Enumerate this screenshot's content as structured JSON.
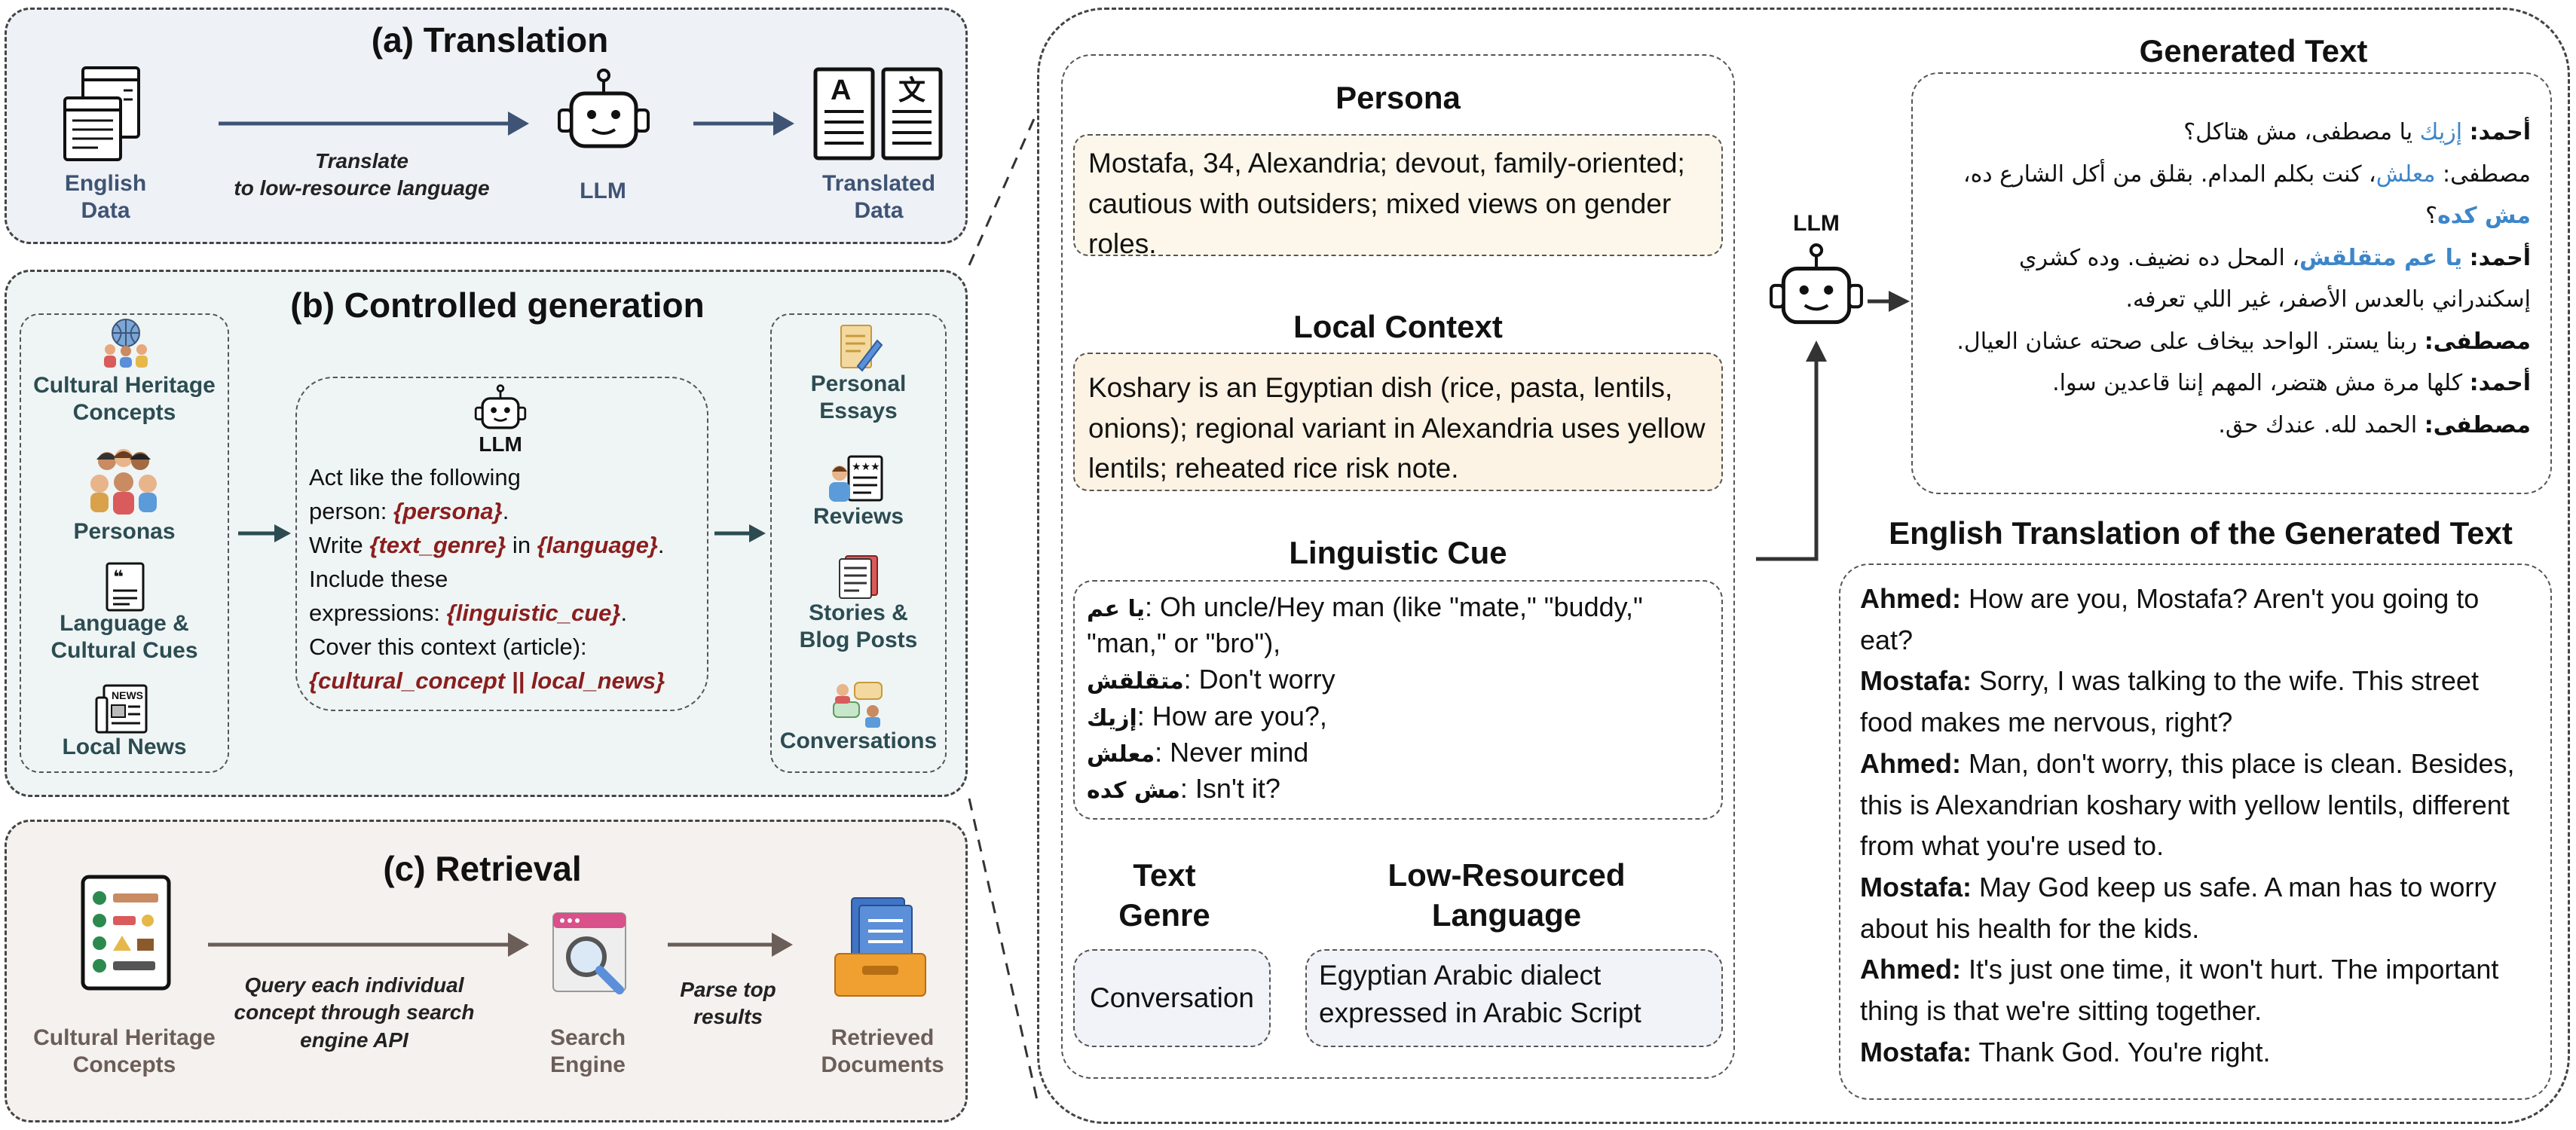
{
  "panel_a": {
    "title": "(a) Translation",
    "english_data": [
      "English",
      "Data"
    ],
    "arrow_caption": [
      "Translate",
      "to low-resource language"
    ],
    "llm": "LLM",
    "translated_data": [
      "Translated",
      "Data"
    ]
  },
  "panel_b": {
    "title": "(b) Controlled generation",
    "inputs": [
      {
        "icon": "globe-people-icon",
        "label": [
          "Cultural Heritage",
          "Concepts"
        ]
      },
      {
        "icon": "people-group-icon",
        "label": [
          "Personas"
        ]
      },
      {
        "icon": "quote-document-icon",
        "label": [
          "Language &",
          "Cultural Cues"
        ]
      },
      {
        "icon": "newspaper-icon",
        "label": [
          "Local News"
        ]
      }
    ],
    "llm": "LLM",
    "prompt": {
      "line1": "Act like the following",
      "line2_pre": "person: ",
      "persona_var": "{persona}",
      "line2_post": ".",
      "line3_pre": "Write ",
      "genre_var": "{text_genre}",
      "line3_mid": " in ",
      "language_var": "{language}",
      "line3_post": ".",
      "line4": "Include these",
      "line5_pre": "expressions: ",
      "cue_var": "{linguistic_cue}",
      "line5_post": ".",
      "line6": "Cover this context (article):",
      "context_var": "{cultural_concept || local_news}"
    },
    "outputs": [
      {
        "icon": "pen-paper-icon",
        "label": [
          "Personal",
          "Essays"
        ]
      },
      {
        "icon": "review-icon",
        "label": [
          "Reviews"
        ]
      },
      {
        "icon": "book-icon",
        "label": [
          "Stories &",
          "Blog Posts"
        ]
      },
      {
        "icon": "chat-people-icon",
        "label": [
          "Conversations"
        ]
      }
    ]
  },
  "panel_c": {
    "title": "(c) Retrieval",
    "concepts_label": [
      "Cultural Heritage",
      "Concepts"
    ],
    "arrow1_caption": [
      "Query each individual",
      "concept through search",
      "engine API"
    ],
    "search_label": [
      "Search",
      "Engine"
    ],
    "arrow2_caption": [
      "Parse top",
      "results"
    ],
    "retrieved_label": [
      "Retrieved",
      "Documents"
    ]
  },
  "example": {
    "persona": {
      "title": "Persona",
      "text": "Mostafa, 34, Alexandria; devout, family-oriented; cautious with outsiders; mixed views on gender roles."
    },
    "local_context": {
      "title": "Local Context",
      "text": "Koshary is an Egyptian dish (rice, pasta, lentils, onions); regional variant in Alexandria uses yellow lentils; reheated rice risk note."
    },
    "linguistic_cue": {
      "title": "Linguistic Cue",
      "cues": [
        {
          "ar": "يا عم",
          "en": ": Oh uncle/Hey man (like \"mate,\" \"buddy,\" \"man,\" or \"bro\"),"
        },
        {
          "ar": "متقلقش",
          "en": ": Don't worry"
        },
        {
          "ar": "إزيك",
          "en": ": How are you?,"
        },
        {
          "ar": "معلش",
          "en": ": Never mind"
        },
        {
          "ar": "مش كده",
          "en": ": Isn't it?"
        }
      ]
    },
    "text_genre": {
      "title": [
        "Text",
        "Genre"
      ],
      "value": "Conversation"
    },
    "language": {
      "title": [
        "Low-Resourced",
        "Language"
      ],
      "value": "Egyptian Arabic dialect expressed in Arabic Script"
    },
    "llm": "LLM"
  },
  "generated": {
    "title": "Generated Text",
    "lines": [
      {
        "speaker": "أحمد:",
        "blue": "إزيك",
        "rest": " يا مصطفى، مش هتاكل؟"
      },
      {
        "speaker": "مصطفى:",
        "blue": "معلش",
        "rest": "، كنت بكلم المدام. بقلق من أكل الشارع ده،"
      },
      {
        "speaker": "",
        "blue": "مش كده",
        "rest": "؟"
      },
      {
        "speaker": "أحمد:",
        "blue": "يا عم متقلقش",
        "rest": "، المحل ده نضيف. وده كشري"
      },
      {
        "speaker": "",
        "blue": "",
        "rest": "إسكندراني بالعدس الأصفر، غير اللي تعرفه."
      },
      {
        "speaker": "مصطفى:",
        "blue": "",
        "rest": " ربنا يستر. الواحد بيخاف على صحته عشان العيال."
      },
      {
        "speaker": "أحمد:",
        "blue": "",
        "rest": " كلها مرة مش هتضر، المهم إننا قاعدين سوا."
      },
      {
        "speaker": "مصطفى:",
        "blue": "",
        "rest": " الحمد لله. عندك حق."
      }
    ]
  },
  "translation": {
    "title": "English Translation of the Generated Text",
    "turns": [
      {
        "speaker": "Ahmed:",
        "text": " How are you, Mostafa? Aren't you going to eat?"
      },
      {
        "speaker": "Mostafa:",
        "text": " Sorry, I was talking to the wife. This street food makes me nervous, right?"
      },
      {
        "speaker": "Ahmed:",
        "text": " Man, don't worry, this place is clean. Besides, this is Alexandrian koshary with yellow lentils, different from what you're used to."
      },
      {
        "speaker": "Mostafa:",
        "text": " May God keep us safe. A man has to worry about his health for the kids."
      },
      {
        "speaker": "Ahmed:",
        "text": " It's just one time, it won't hurt. The important thing is that we're sitting together."
      },
      {
        "speaker": "Mostafa:",
        "text": " Thank God. You're right."
      }
    ]
  }
}
